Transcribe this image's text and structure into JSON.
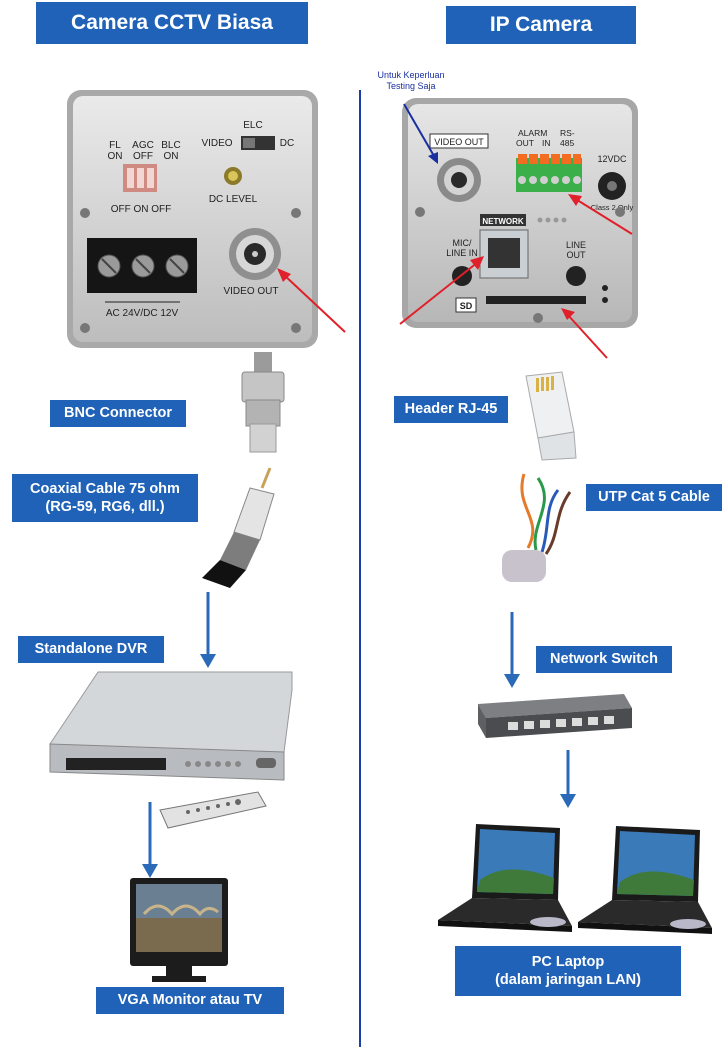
{
  "left": {
    "title": "Camera CCTV Biasa",
    "camera_labels": {
      "fl": "FL\nON",
      "agc": "AGC\nOFF",
      "blc": "BLC\nON",
      "off_on_off": "OFF  ON  OFF",
      "elc": "ELC",
      "video": "VIDEO",
      "dc": "DC",
      "dc_level": "DC LEVEL",
      "video_out": "VIDEO OUT",
      "power": "AC 24V/DC 12V"
    },
    "bnc_connector": "BNC Connector",
    "coaxial_cable": "Coaxial Cable 75 ohm\n(RG-59, RG6, dll.)",
    "dvr": "Standalone DVR",
    "monitor": "VGA Monitor atau TV"
  },
  "right": {
    "title": "IP Camera",
    "annotation": "Untuk Keperluan\nTesting Saja",
    "camera_labels": {
      "video_out": "VIDEO OUT",
      "alarm_out": "ALARM\nOUT",
      "alarm_in": "IN",
      "rs485": "RS-\n485",
      "power": "12VDC",
      "class2": "Class 2 Only",
      "network": "NETWORK",
      "mic": "MIC/\nLINE IN",
      "line_out": "LINE\nOUT",
      "sd": "SD"
    },
    "rj45": "Header RJ-45",
    "utp": "UTP Cat 5 Cable",
    "switch": "Network Switch",
    "laptop": "PC Laptop\n(dalam jaringan LAN)"
  },
  "colors": {
    "label_bg": "#1f62b8",
    "divider": "#1a3ea8",
    "arrow_red": "#e0202a",
    "arrow_blue": "#2a6ab8"
  }
}
